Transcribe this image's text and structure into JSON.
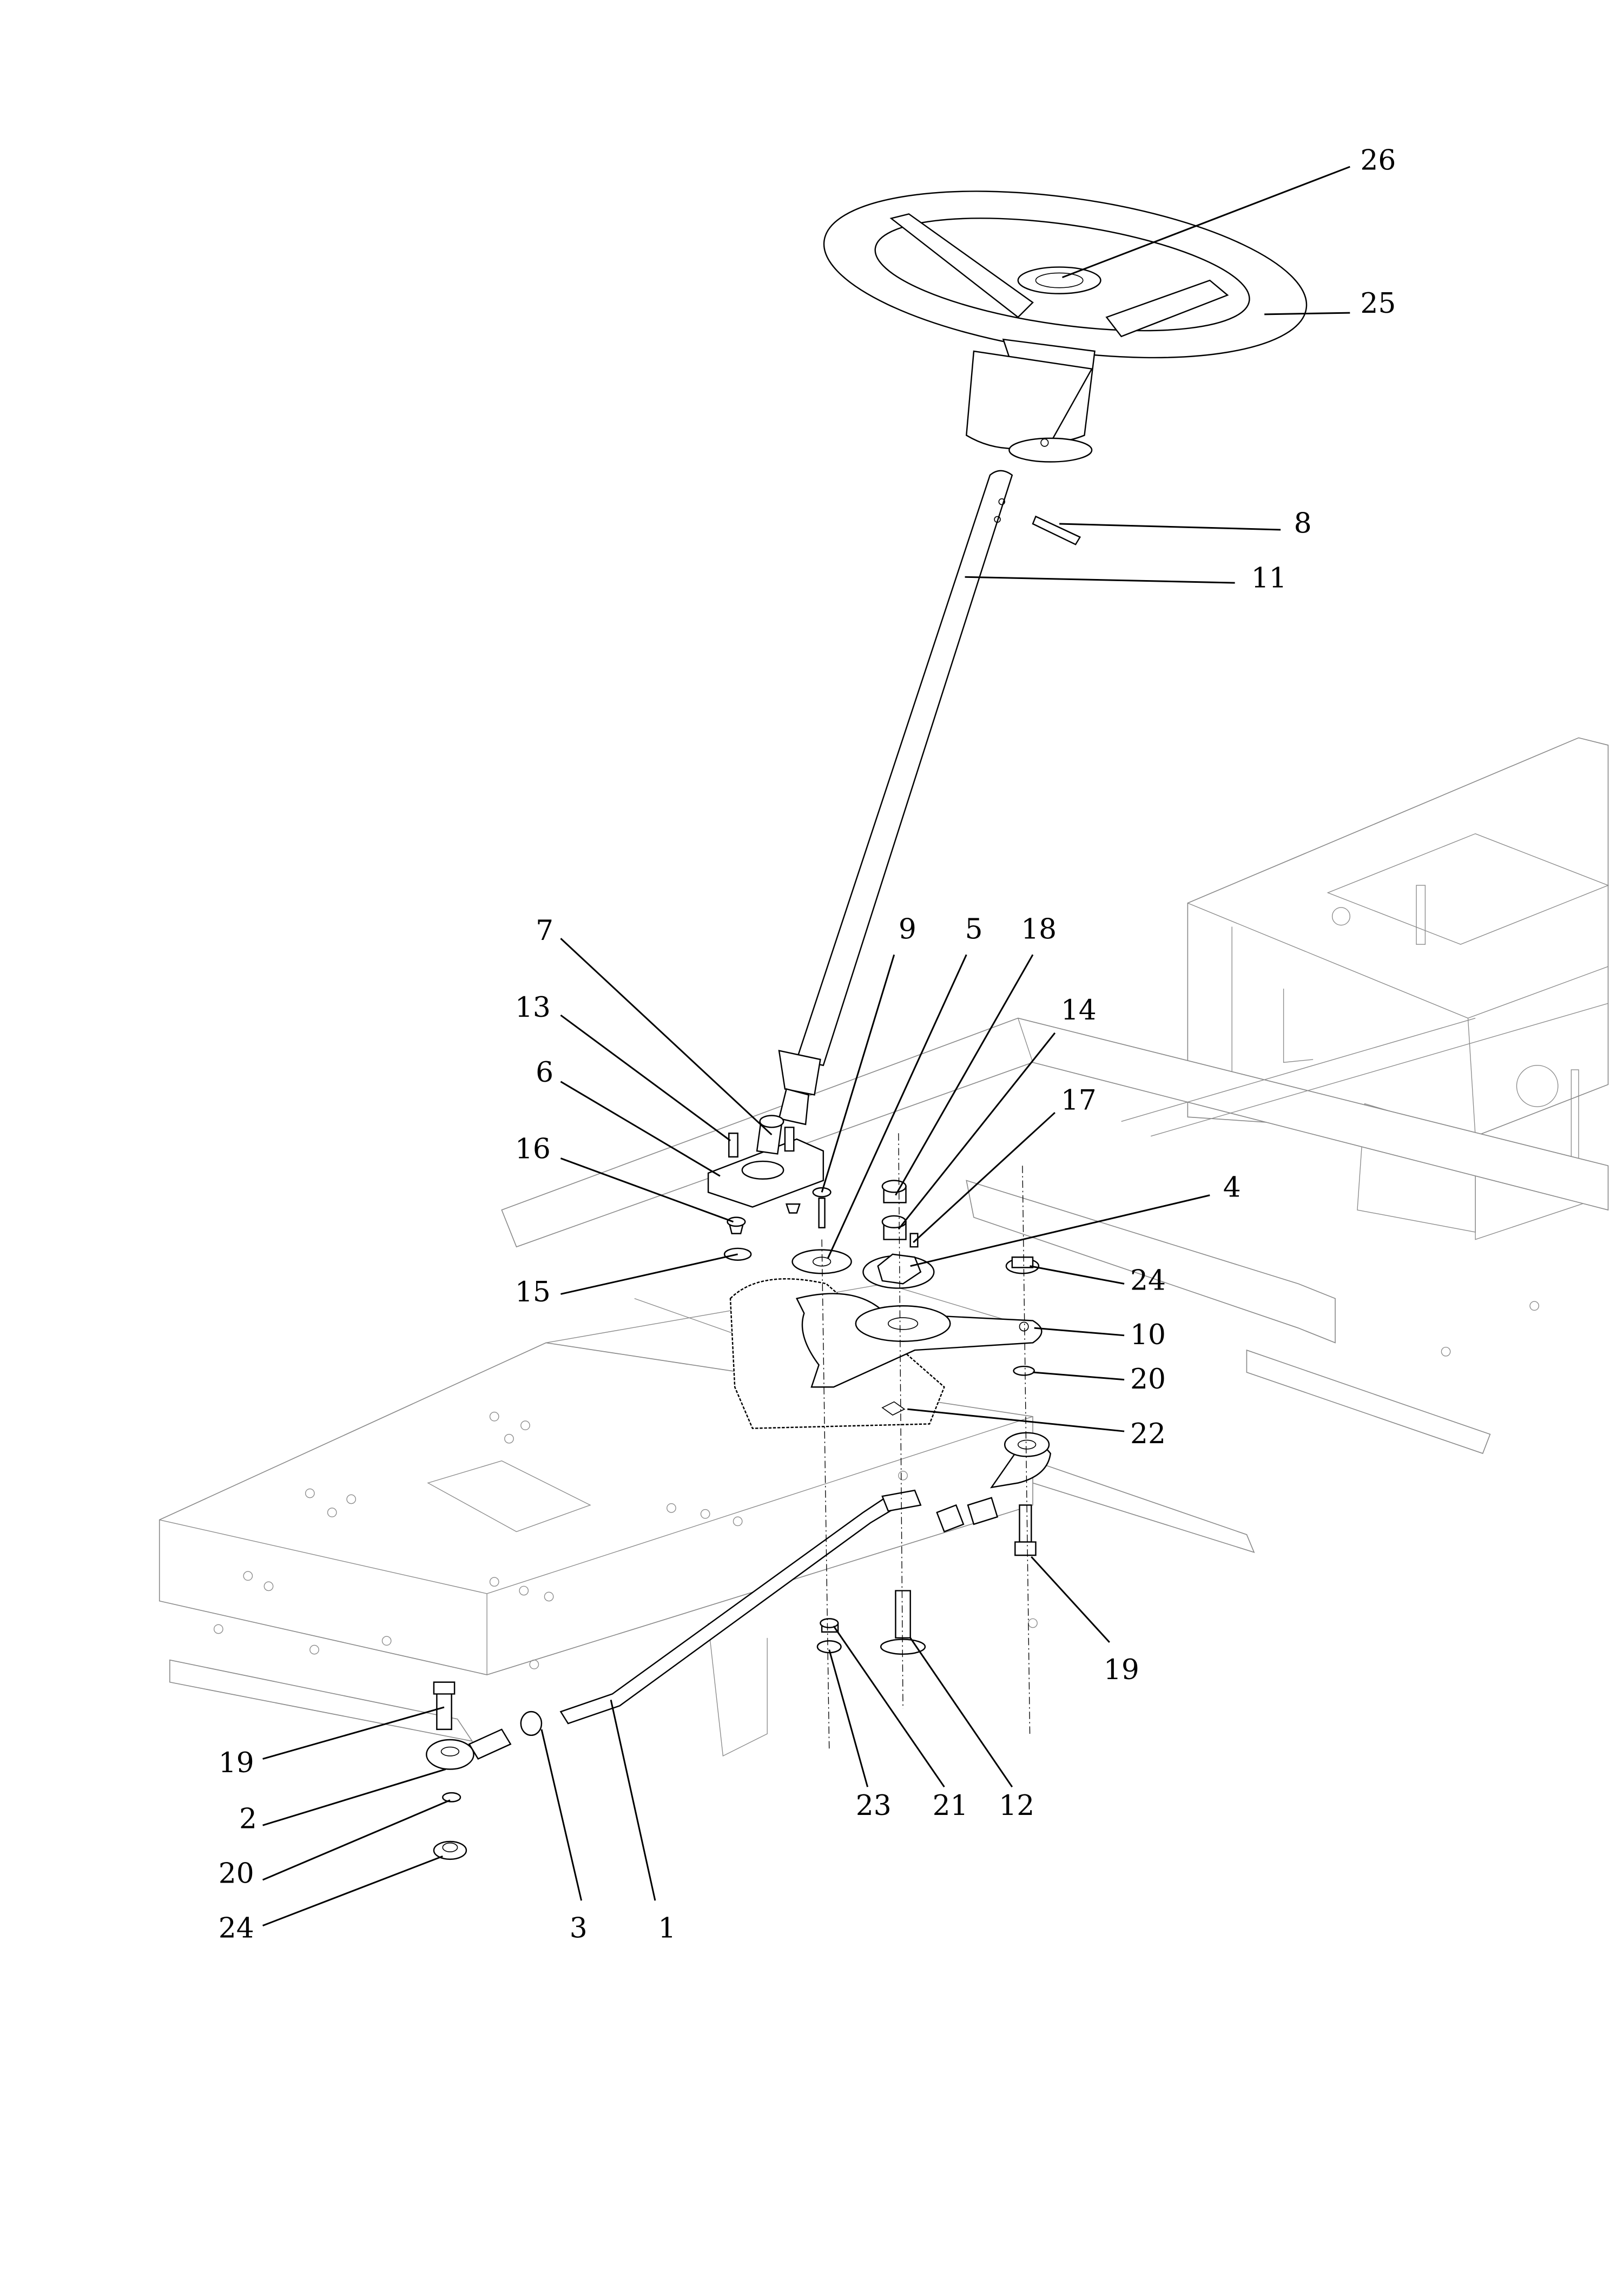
{
  "diagram": {
    "type": "exploded-parts-diagram",
    "subject": "riding mower steering assembly",
    "background_color": "#ffffff",
    "line_color": "#000000",
    "frame_color": "#8a8a8a"
  },
  "callouts": [
    {
      "id": "26",
      "label": "26",
      "part": "steering wheel cap"
    },
    {
      "id": "25",
      "label": "25",
      "part": "steering wheel"
    },
    {
      "id": "8",
      "label": "8",
      "part": "roll pin"
    },
    {
      "id": "11",
      "label": "11",
      "part": "steering shaft"
    },
    {
      "id": "7",
      "label": "7",
      "part": "bushing"
    },
    {
      "id": "13",
      "label": "13",
      "part": "bolt"
    },
    {
      "id": "6",
      "label": "6",
      "part": "steering support plate"
    },
    {
      "id": "16",
      "label": "16",
      "part": "nut"
    },
    {
      "id": "15",
      "label": "15",
      "part": "retaining clip"
    },
    {
      "id": "9",
      "label": "9",
      "part": "bolt"
    },
    {
      "id": "5",
      "label": "5",
      "part": "washer"
    },
    {
      "id": "18",
      "label": "18",
      "part": "lock nut"
    },
    {
      "id": "14",
      "label": "14",
      "part": "nut"
    },
    {
      "id": "17",
      "label": "17",
      "part": "grease fitting"
    },
    {
      "id": "4",
      "label": "4",
      "part": "hex bushing"
    },
    {
      "id": "24a",
      "label": "24",
      "part": "flange nut"
    },
    {
      "id": "10",
      "label": "10",
      "part": "steering arm"
    },
    {
      "id": "20a",
      "label": "20",
      "part": "spacer"
    },
    {
      "id": "22",
      "label": "22",
      "part": "sector gear"
    },
    {
      "id": "19a",
      "label": "19",
      "part": "bolt"
    },
    {
      "id": "23",
      "label": "23",
      "part": "washer"
    },
    {
      "id": "21",
      "label": "21",
      "part": "nut"
    },
    {
      "id": "12",
      "label": "12",
      "part": "carriage bolt"
    },
    {
      "id": "19b",
      "label": "19",
      "part": "bolt"
    },
    {
      "id": "2",
      "label": "2",
      "part": "ball joint"
    },
    {
      "id": "20b",
      "label": "20",
      "part": "spacer"
    },
    {
      "id": "24b",
      "label": "24",
      "part": "flange nut"
    },
    {
      "id": "3",
      "label": "3",
      "part": "jam nut"
    },
    {
      "id": "1",
      "label": "1",
      "part": "drag link"
    }
  ]
}
